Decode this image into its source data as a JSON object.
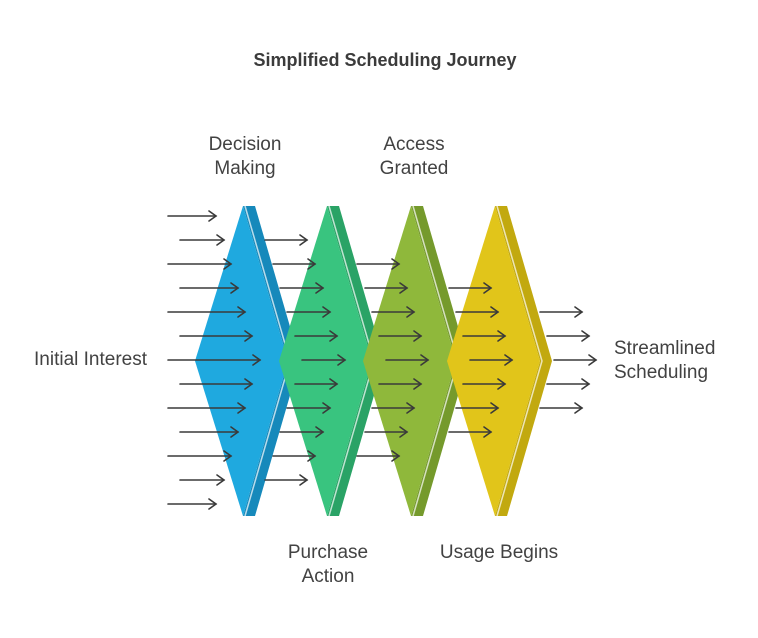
{
  "title": "Simplified Scheduling Journey",
  "start_label": "Initial Interest",
  "end_label": "Streamlined\nScheduling",
  "stages": [
    {
      "label": "Decision\nMaking",
      "color": "#1fa9df",
      "dark": "#1689bb"
    },
    {
      "label": "Purchase\nAction",
      "color": "#39c47f",
      "dark": "#2aa366"
    },
    {
      "label": "Access\nGranted",
      "color": "#8fb83b",
      "dark": "#759a2c"
    },
    {
      "label": "Usage Begins",
      "color": "#e1c51a",
      "dark": "#c2a90f"
    }
  ],
  "arrow_color": "#3a3a3a"
}
